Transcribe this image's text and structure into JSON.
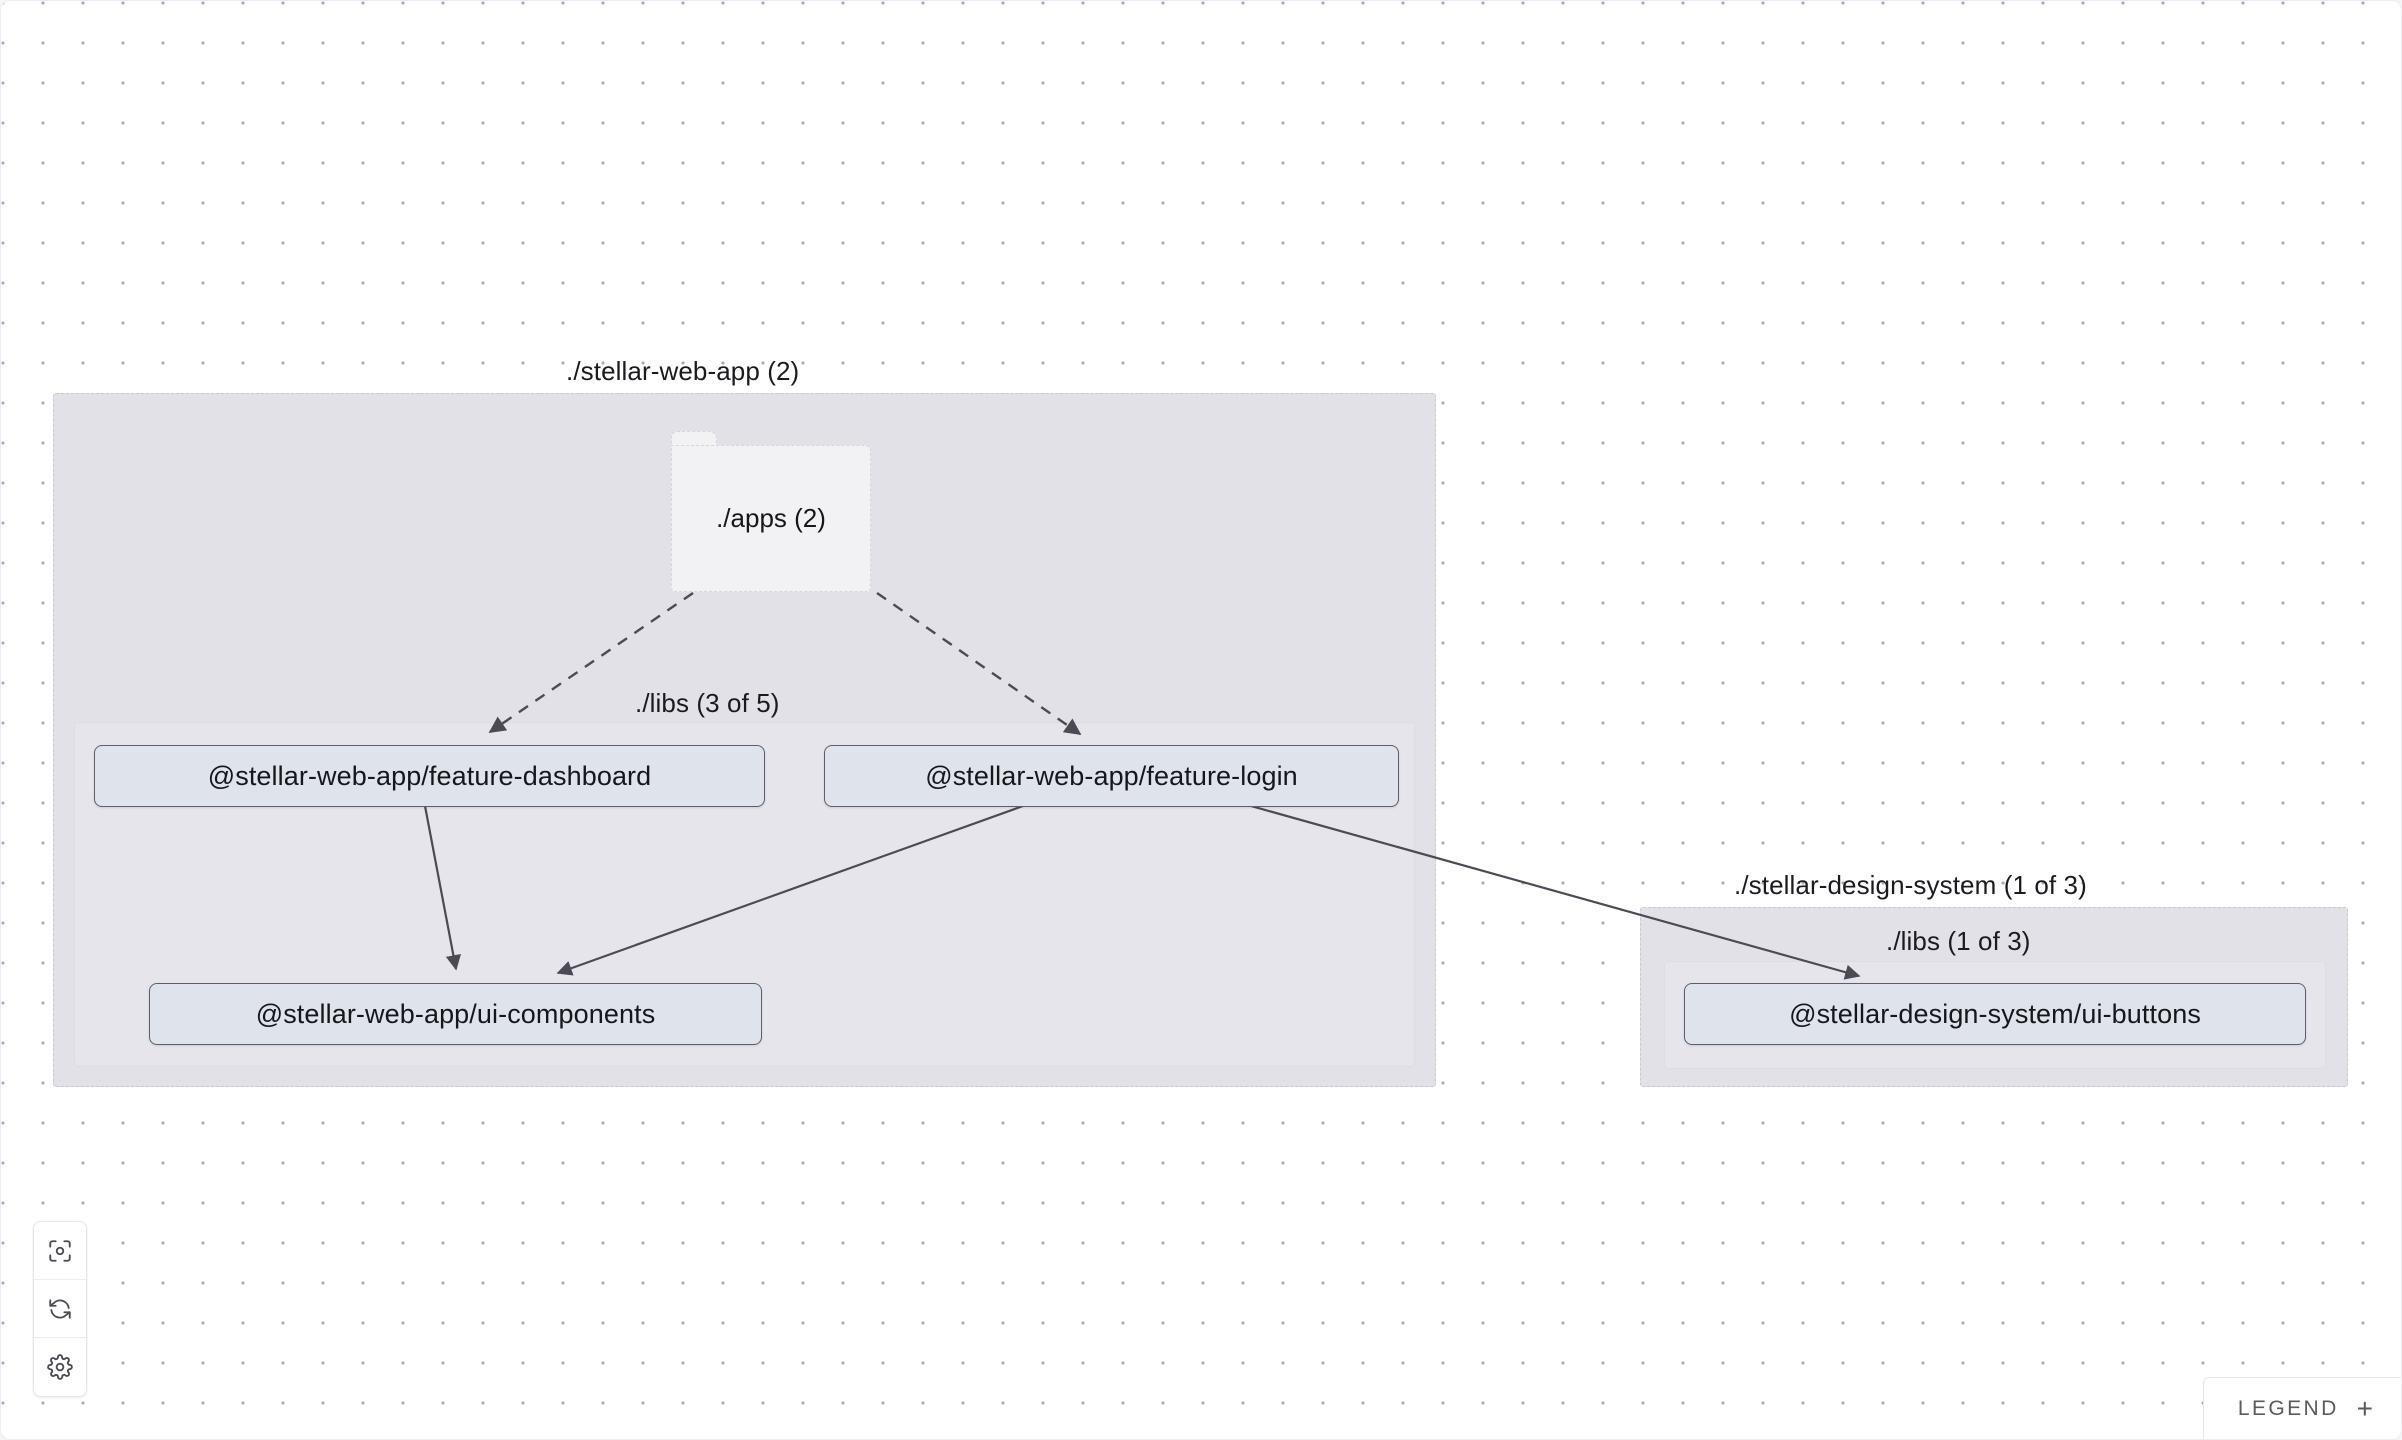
{
  "canvas": {
    "background_color": "#ffffff",
    "dot_color": "#9fadbf"
  },
  "groups": [
    {
      "id": "stellar-web-app",
      "title": "./stellar-web-app (2)",
      "fill": "#e3e1e8",
      "border": "#c9c7d2",
      "inner": {
        "id": "stellar-web-app-libs",
        "title": "./libs (3 of 5)",
        "fill": "#e7e5ec"
      }
    },
    {
      "id": "stellar-design-system",
      "title": "./stellar-design-system (1 of 3)",
      "fill": "#e3e1e8",
      "border": "#c9c7d2",
      "inner": {
        "id": "stellar-design-system-libs",
        "title": "./libs (1 of 3)",
        "fill": "#e7e5ec"
      }
    }
  ],
  "folder_nodes": [
    {
      "id": "apps-folder",
      "label": "./apps (2)",
      "fill": "#f2f2f5"
    }
  ],
  "project_nodes": [
    {
      "id": "feature-dashboard",
      "label": "@stellar-web-app/feature-dashboard",
      "fill": "#dee3ec",
      "border": "#5c5f6b"
    },
    {
      "id": "feature-login",
      "label": "@stellar-web-app/feature-login",
      "fill": "#dee3ec",
      "border": "#5c5f6b"
    },
    {
      "id": "ui-components",
      "label": "@stellar-web-app/ui-components",
      "fill": "#dee3ec",
      "border": "#5c5f6b"
    },
    {
      "id": "ui-buttons",
      "label": "@stellar-design-system/ui-buttons",
      "fill": "#dee3ec",
      "border": "#5c5f6b"
    }
  ],
  "edges": [
    {
      "id": "apps-to-feature-dashboard",
      "from": "apps-folder",
      "to": "feature-dashboard",
      "style": "dashed"
    },
    {
      "id": "apps-to-feature-login",
      "from": "apps-folder",
      "to": "feature-login",
      "style": "dashed"
    },
    {
      "id": "feature-dashboard-to-ui-components",
      "from": "feature-dashboard",
      "to": "ui-components",
      "style": "solid"
    },
    {
      "id": "feature-login-to-ui-components",
      "from": "feature-login",
      "to": "ui-components",
      "style": "solid"
    },
    {
      "id": "feature-login-to-ui-buttons",
      "from": "feature-login",
      "to": "ui-buttons",
      "style": "solid"
    }
  ],
  "toolbar": {
    "buttons": [
      {
        "id": "focus",
        "icon": "focus-target-icon",
        "label": "Focus graph"
      },
      {
        "id": "refresh",
        "icon": "refresh-icon",
        "label": "Refresh"
      },
      {
        "id": "settings",
        "icon": "gear-icon",
        "label": "Settings"
      }
    ]
  },
  "legend": {
    "label": "LEGEND",
    "expand_symbol": "+"
  }
}
